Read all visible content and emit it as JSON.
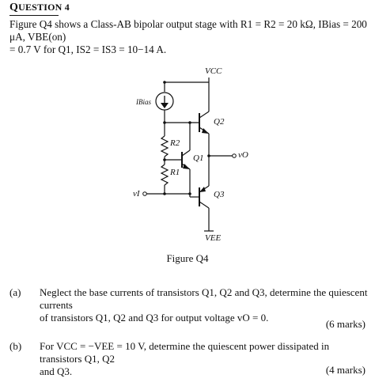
{
  "question": {
    "title_initial": "Q",
    "title_rest": "UESTION 4",
    "intro_line1": "Figure Q4 shows a Class-AB bipolar output stage with R1 = R2 = 20 kΩ, IBias = 200 μA, VBE(on)",
    "intro_line2": "= 0.7 V for Q1, IS2 = IS3 = 10−14 A."
  },
  "figure": {
    "caption": "Figure Q4",
    "labels": {
      "vcc": "VCC",
      "vee": "VEE",
      "ibias": "IBias",
      "r1": "R1",
      "r2": "R2",
      "q1": "Q1",
      "q2": "Q2",
      "q3": "Q3",
      "vo": "vO",
      "vi": "vI"
    }
  },
  "parts": [
    {
      "label": "(a)",
      "line1": "Neglect the base currents of transistors Q1, Q2 and Q3, determine the quiescent currents",
      "line2": "of transistors Q1, Q2 and Q3 for output voltage vO = 0.",
      "marks": "(6 marks)"
    },
    {
      "label": "(b)",
      "line1": "For VCC = −VEE = 10 V, determine the quiescent power dissipated in transistors Q1, Q2",
      "line2": "and Q3.",
      "marks": "(4 marks)"
    }
  ]
}
